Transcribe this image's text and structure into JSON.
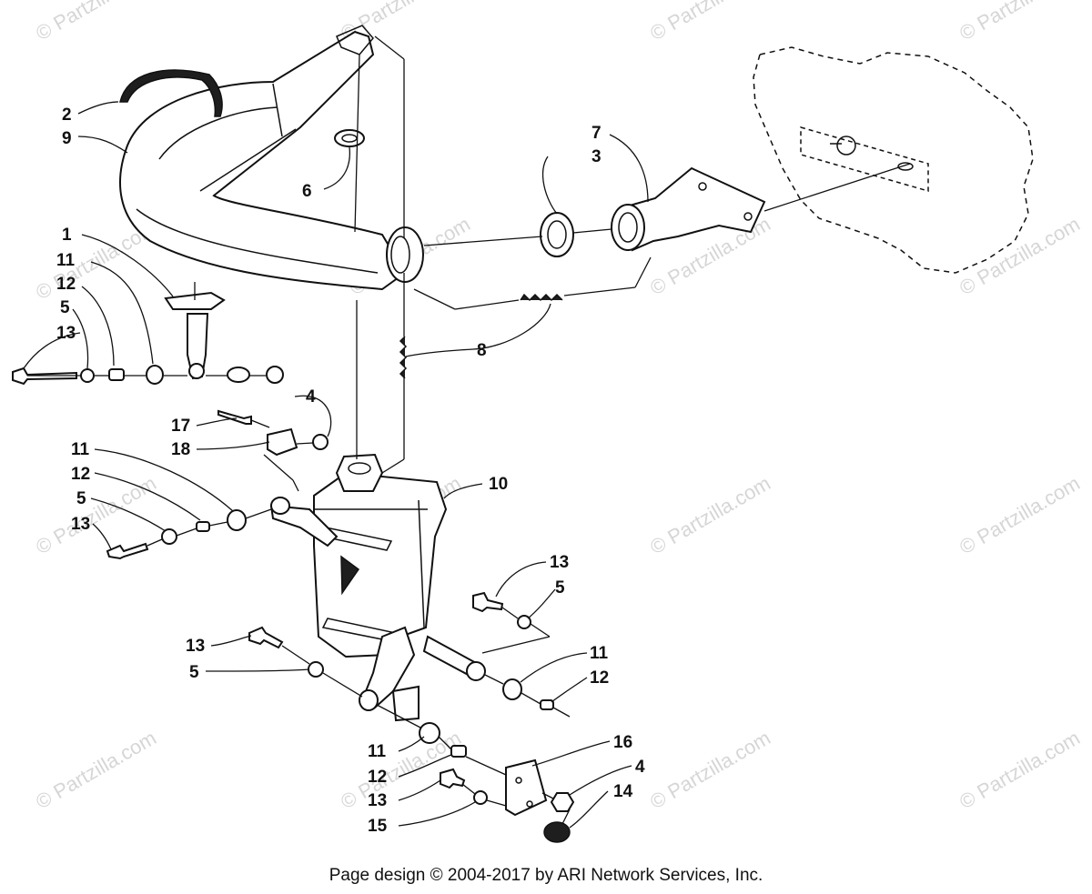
{
  "watermark": {
    "text": "© Partzilla.com",
    "color": "#d6d6d6"
  },
  "callouts": {
    "c1": "1",
    "c2": "2",
    "c3": "3",
    "c4a": "4",
    "c4b": "4",
    "c5a": "5",
    "c5b": "5",
    "c5c": "5",
    "c5d": "5",
    "c6": "6",
    "c7": "7",
    "c8": "8",
    "c9": "9",
    "c10": "10",
    "c11a": "11",
    "c11b": "11",
    "c11c": "11",
    "c11d": "11",
    "c12a": "12",
    "c12b": "12",
    "c12c": "12",
    "c12d": "12",
    "c13a": "13",
    "c13b": "13",
    "c13c": "13",
    "c13d": "13",
    "c13e": "13",
    "c14": "14",
    "c15": "15",
    "c16": "16",
    "c17": "17",
    "c18": "18"
  },
  "footer": {
    "copyright": "Page design © 2004-2017 by ARI Network Services, Inc."
  },
  "colors": {
    "line": "#111111",
    "background": "#ffffff"
  }
}
